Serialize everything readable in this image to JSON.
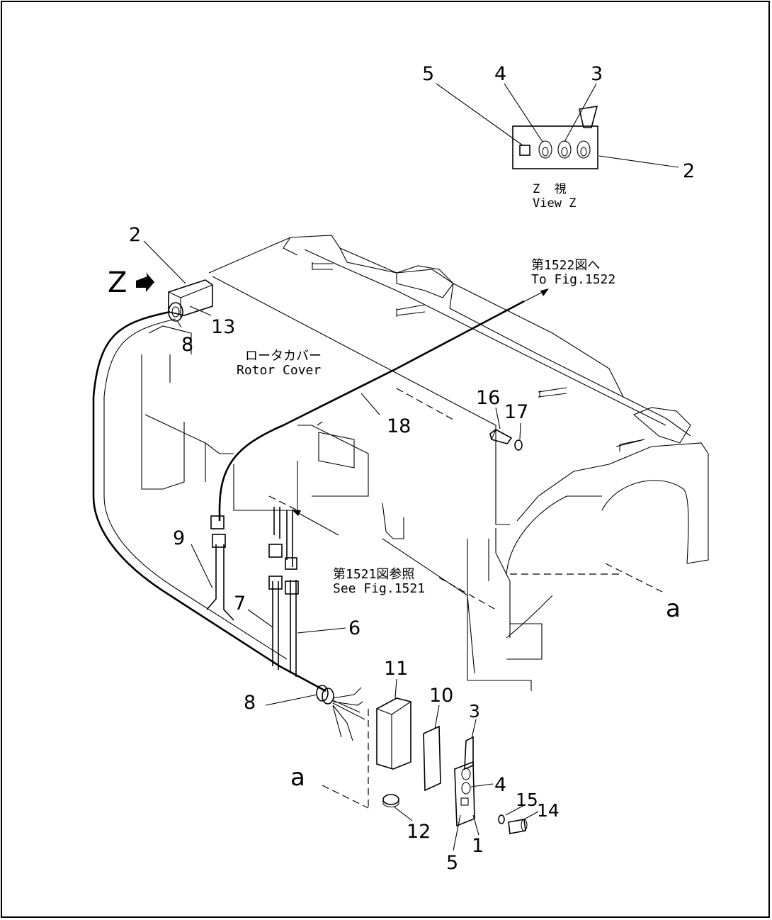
{
  "view_z": {
    "callouts": [
      "5",
      "4",
      "3",
      "2"
    ],
    "caption_line1": "Z  視",
    "caption_line2": "View Z"
  },
  "z_marker": "Z",
  "rotor_cover": {
    "jp": "ロータカバー",
    "en": "Rotor Cover"
  },
  "ref_1522": {
    "jp": "第1522図へ",
    "en": "To Fig.1522"
  },
  "ref_1521": {
    "jp": "第1521図参照",
    "en": "See Fig.1521"
  },
  "section_marks": [
    "a",
    "a"
  ],
  "callouts": {
    "c1": "1",
    "c2": "2",
    "c3": "3",
    "c4": "4",
    "c5": "5",
    "c6": "6",
    "c7": "7",
    "c8_top": "8",
    "c8_bottom": "8",
    "c9": "9",
    "c10": "10",
    "c11": "11",
    "c12": "12",
    "c13": "13",
    "c14": "14",
    "c15": "15",
    "c16": "16",
    "c17": "17",
    "c18": "18"
  }
}
